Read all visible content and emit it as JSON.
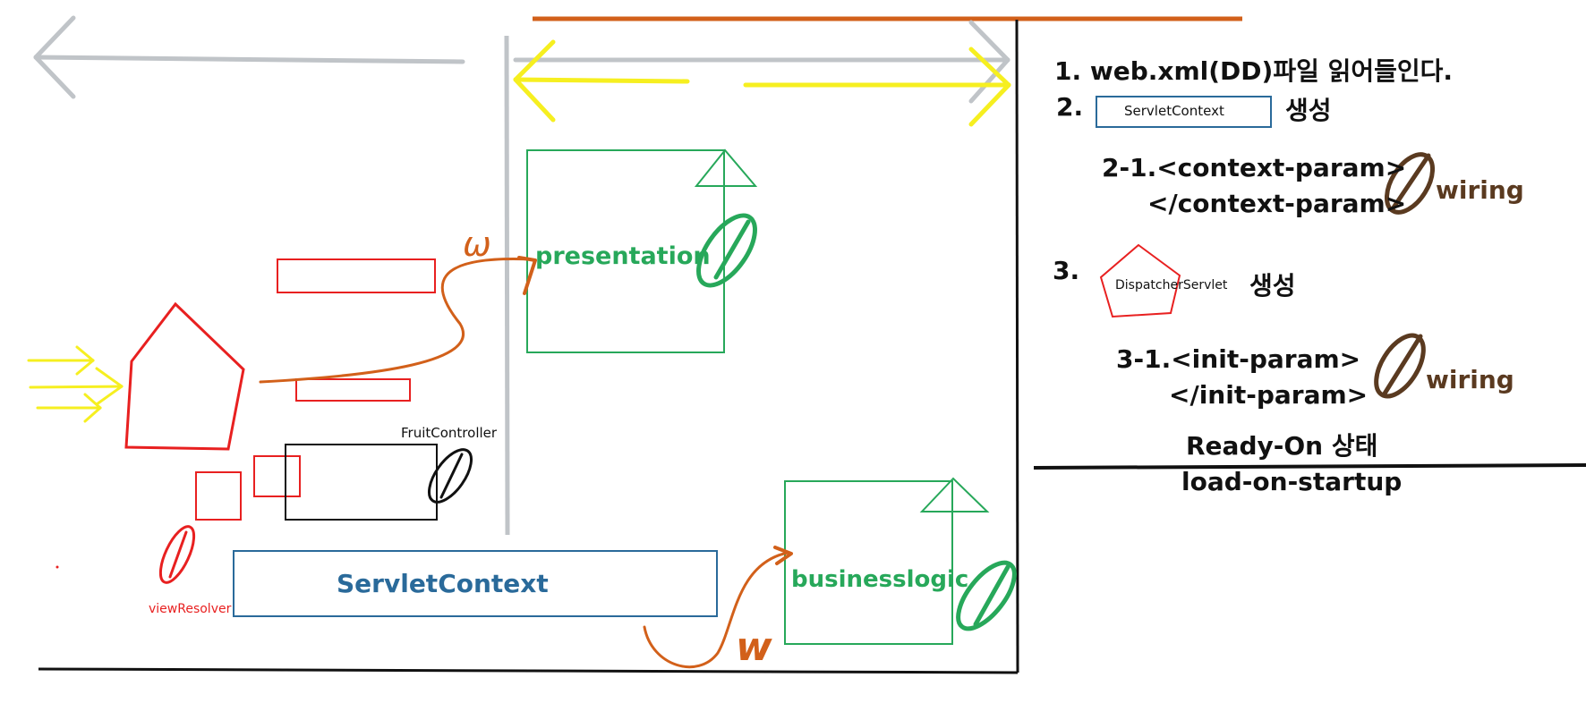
{
  "left_diagram": {
    "presentation_label": "presentation",
    "businesslogic_label": "businesslogic",
    "servletcontext_label": "ServletContext",
    "fruitcontroller_label": "FruitController",
    "viewresolver_label": "viewResolver",
    "wiring_mark_1": "ω",
    "wiring_mark_2": "w"
  },
  "steps": {
    "step1": "1. web.xml(DD)파일 읽어들인다.",
    "step2_number": "2.",
    "step2_box_label": "ServletContext",
    "step2_suffix": "생성",
    "step2_1_open": "2-1.<context-param>",
    "step2_1_close": "</context-param>",
    "step2_1_wiring": "wiring",
    "step3_number": "3.",
    "step3_pentagon_label": "DispatcherServlet",
    "step3_suffix": "생성",
    "step3_1_open": "3-1.<init-param>",
    "step3_1_close": "</init-param>",
    "step3_1_wiring": "wiring",
    "ready_on": "Ready-On 상태",
    "load_on_startup": "load-on-startup"
  },
  "colors": {
    "gray": "#c0c4c8",
    "orange": "#d2601a",
    "yellow": "#f6ef20",
    "green": "#27a85a",
    "red": "#e82020",
    "blue": "#2a6a9a",
    "brown": "#5a3a20",
    "black": "#111111"
  }
}
